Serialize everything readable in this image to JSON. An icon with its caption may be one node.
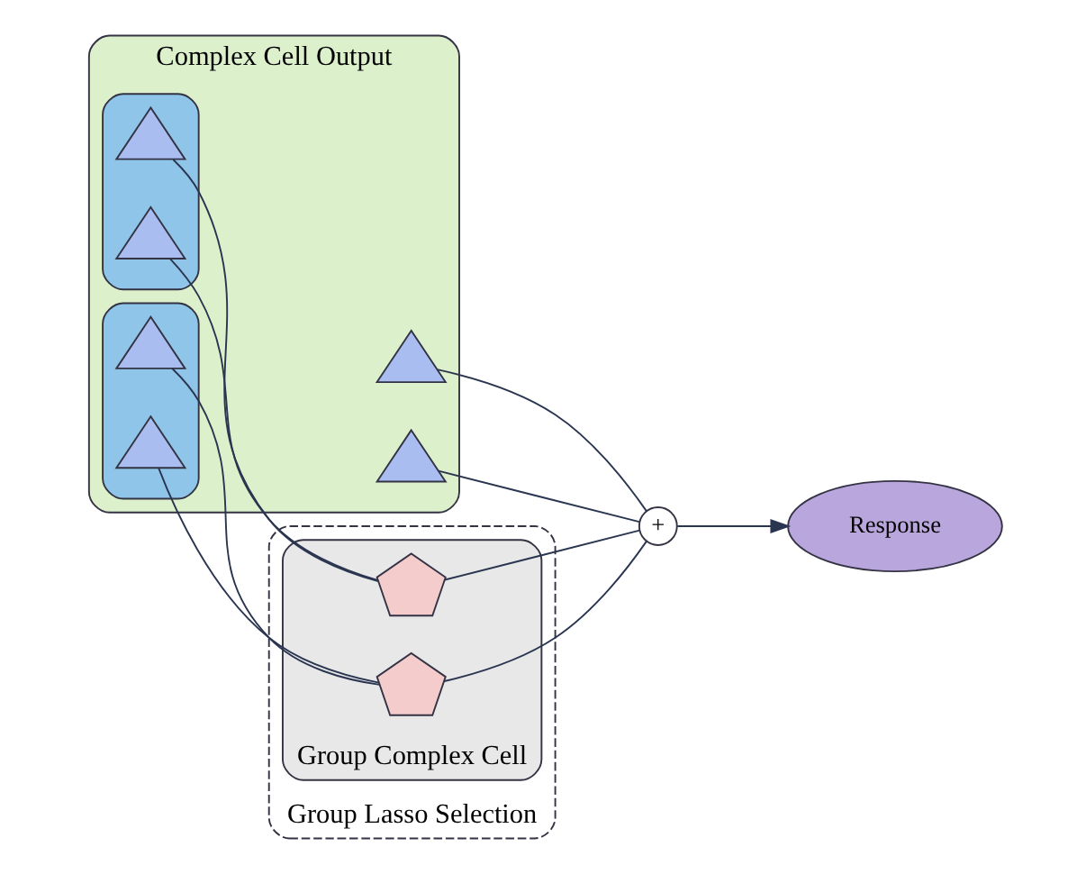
{
  "diagram": {
    "nodes": [
      {
        "text": [
          "Complex Cell Output"
        ]
      },
      {
        "text": [],
        "shape": "triangle",
        "in": 0
      },
      {
        "text": [],
        "shape": "box",
        "in": 0
      },
      {
        "text": [],
        "shape": "triangle",
        "in": 2
      },
      {
        "text": [],
        "shape": "triangle",
        "in": 2
      },
      {
        "text": [],
        "shape": "triangle",
        "in": 0
      },
      {
        "text": [],
        "shape": "box",
        "in": 0
      },
      {
        "text": [],
        "shape": "triangle",
        "in": 6
      },
      {
        "text": [],
        "shape": "triangle",
        "in": 6
      },
      {
        "text": [
          "Group Lasso Selection"
        ]
      },
      {
        "text": [
          "Group Complex Cell"
        ],
        "in": 9
      },
      {
        "text": [],
        "shape": "pentagon",
        "in": 10
      },
      {
        "text": [],
        "shape": "pentagon",
        "in": 10
      },
      {
        "text": [
          "+"
        ]
      },
      {
        "text": [
          "Response"
        ]
      }
    ],
    "edges": [
      {
        "from": 1,
        "to": 13,
        "arrow": "none"
      },
      {
        "from": 3,
        "to": 11,
        "arrow": "none"
      },
      {
        "from": 4,
        "to": 11,
        "arrow": "none"
      },
      {
        "from": 5,
        "to": 13,
        "arrow": "none"
      },
      {
        "from": 7,
        "to": 12,
        "arrow": "none"
      },
      {
        "from": 8,
        "to": 12,
        "arrow": "none"
      },
      {
        "from": 11,
        "to": 13,
        "arrow": "none"
      },
      {
        "from": 12,
        "to": 13,
        "arrow": "none"
      },
      {
        "from": 13,
        "to": 14,
        "arrow": "to"
      }
    ]
  }
}
